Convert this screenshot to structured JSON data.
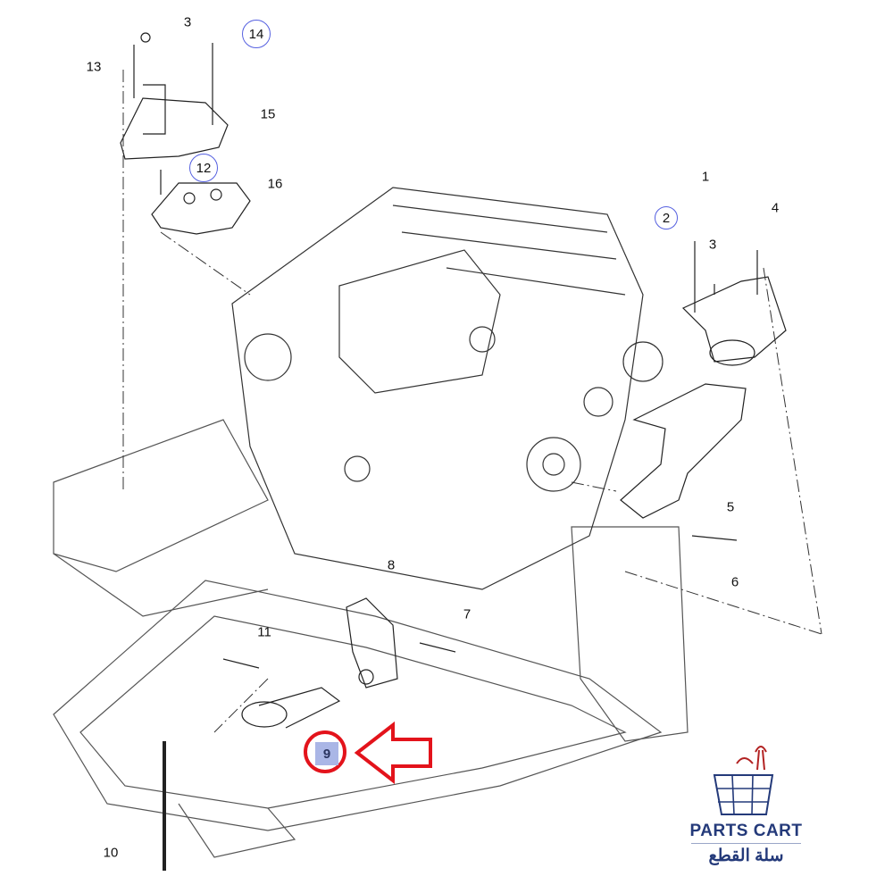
{
  "callouts": {
    "c3a": "3",
    "c14": "14",
    "c13": "13",
    "c15": "15",
    "c12": "12",
    "c16": "16",
    "c1": "1",
    "c2": "2",
    "c3b": "3",
    "c4": "4",
    "c5": "5",
    "c6": "6",
    "c7": "7",
    "c8": "8",
    "c11": "11",
    "c9": "9",
    "c10": "10"
  },
  "highlight": {
    "part": "9",
    "color": "#e3131b"
  },
  "logo": {
    "name_en": "PARTS CART",
    "name_ar": "سلة القطع",
    "brand_color": "#243a7a",
    "accent_color": "#b22222"
  }
}
